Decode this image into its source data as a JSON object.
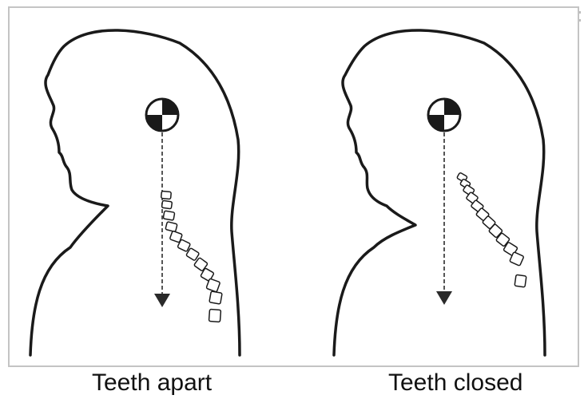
{
  "panels": [
    {
      "caption": "Teeth apart"
    },
    {
      "caption": "Teeth closed"
    }
  ],
  "colors": {
    "outline": "#1a1a1a",
    "line_of_gravity": "#444444",
    "frame_border": "#c4c4c4",
    "background": "#ffffff"
  },
  "icons": [
    "head-profile-outline",
    "center-of-gravity-symbol",
    "gravity-arrow",
    "cervical-vertebrae"
  ]
}
